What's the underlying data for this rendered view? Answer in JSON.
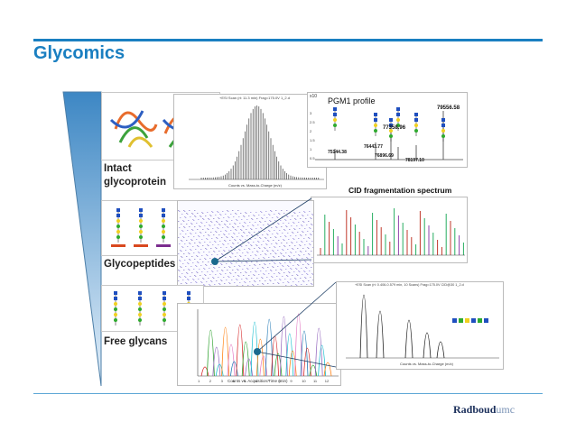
{
  "slide": {
    "title": "Glycomics",
    "brand_main": "Radboud",
    "brand_suffix": "umc"
  },
  "stages": [
    {
      "label": "Intact\nglycoprotein"
    },
    {
      "label": "Glycopeptides"
    },
    {
      "label": "Free glycans"
    }
  ],
  "panels": {
    "pgm1_title": "PGM1 profile",
    "cid_title": "CID fragmentation spectrum",
    "pgm1_peaks": [
      "79556.58",
      "77358.96",
      "76443.77",
      "75144.38",
      "76896.69",
      "78197.10"
    ],
    "intact_header": "+ESI Scan (rt: 11.3 min) Frag=175.0V 1_2.d",
    "glycan_header": "+ESI Scan (rt: 0.406-0.579 min, 10 Scans) Frag=175.0V CID@30 1_2.d",
    "chrom_xaxis": "Counts vs. Acquisition Time (min)",
    "mass_xaxis": "Counts vs. Mass-to-Charge (m/z)",
    "x10_label": "x10"
  },
  "colors": {
    "accent": "#1a7fc1",
    "brand_dark": "#1b2f5b",
    "wedge_top": "#4a90c9",
    "wedge_bottom": "#dcebf7"
  }
}
